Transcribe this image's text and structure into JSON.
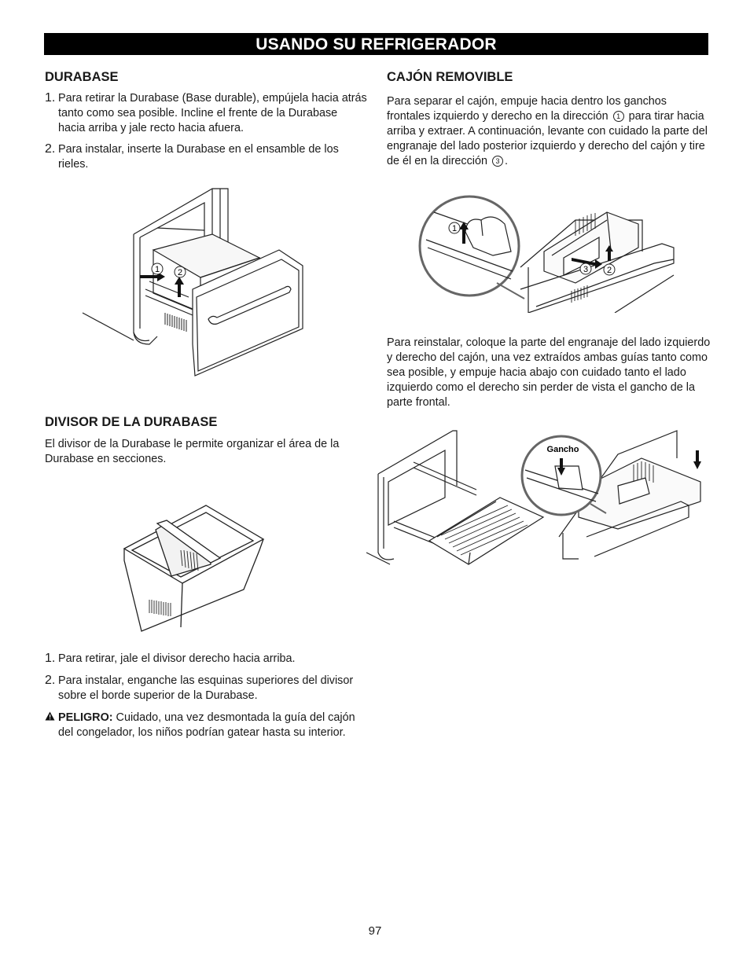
{
  "banner": {
    "title": "USANDO SU REFRIGERADOR"
  },
  "durabase": {
    "heading": "DURABASE",
    "steps": [
      {
        "num": "1.",
        "text": "Para retirar la Durabase (Base durable), empújela hacia atrás tanto como sea posible. Incline el frente de la Durabase hacia arriba y jale recto hacia afuera."
      },
      {
        "num": "2.",
        "text": "Para instalar, inserte la Durabase en el ensamble de los rieles."
      }
    ],
    "figure_markers": [
      "1",
      "2"
    ]
  },
  "divisor": {
    "heading": "DIVISOR DE LA DURABASE",
    "intro": "El divisor de la Durabase le permite organizar el área de la Durabase en secciones.",
    "steps": [
      {
        "num": "1.",
        "text": "Para retirar, jale el divisor derecho hacia arriba."
      },
      {
        "num": "2.",
        "text": "Para instalar, enganche las esquinas superiores del divisor sobre el borde superior de la Durabase."
      }
    ],
    "warning": {
      "label": "PELIGRO:",
      "text": " Cuidado, una vez desmontada la guía del cajón del congelador, los niños podrían gatear hasta su interior."
    }
  },
  "cajon": {
    "heading": "CAJÓN REMOVIBLE",
    "para1_a": "Para separar el cajón, empuje hacia dentro los ganchos frontales izquierdo y derecho en la dirección",
    "para1_marker1": "1",
    "para1_b": " para tirar hacia arriba y extraer. A continuación, levante con cuidado la parte del engranaje del lado posterior izquierdo y derecho del cajón y tire de él en la dirección",
    "para1_marker3": "3",
    "para1_c": ".",
    "figure_markers": [
      "1",
      "3",
      "2"
    ],
    "para2": "Para reinstalar, coloque la parte del engranaje del lado izquierdo y derecho del cajón, una vez extraídos ambas guías tanto como sea posible, y empuje hacia abajo con cuidado tanto el lado izquierdo como el derecho sin perder de vista el gancho de la parte frontal.",
    "hook_label": "Gancho"
  },
  "footer": {
    "page_number": "97"
  }
}
